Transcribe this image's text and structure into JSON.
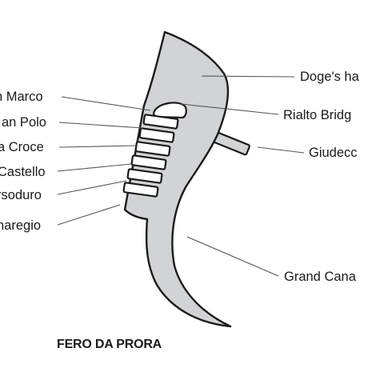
{
  "colors": {
    "body_fill": "#d2d3d7",
    "outline": "#1a1a1a",
    "leader": "#555555",
    "text": "#1a1a1a"
  },
  "title": "FERO DA PRORA",
  "left_labels": {
    "san_marco": "n Marco",
    "san_polo": "an Polo",
    "santa_croce": "a Croce",
    "castello": "Castello",
    "dorsoduro": "rsoduro",
    "cannaregio": "naregio"
  },
  "right_labels": {
    "doges_hat": "Doge's ha",
    "rialto_bridge": "Rialto Bridg",
    "giudecca": "Giudecc",
    "grand_canal": "Grand Cana"
  }
}
